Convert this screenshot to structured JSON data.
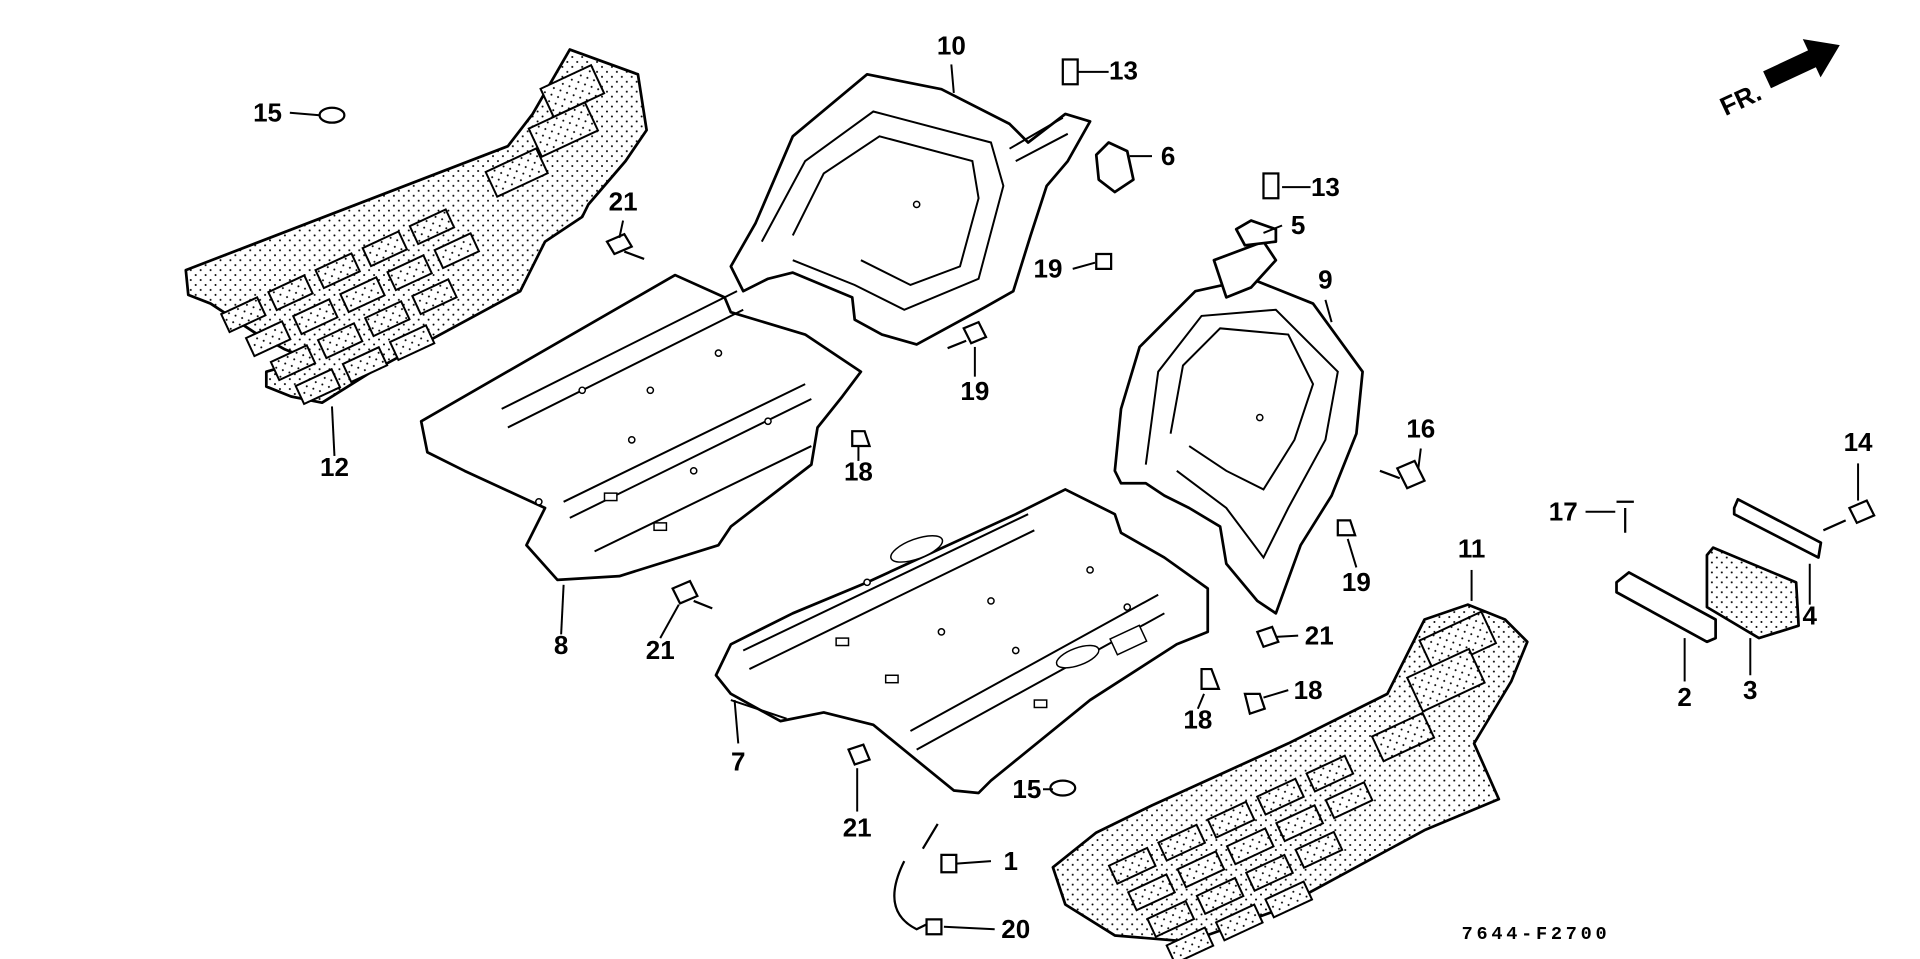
{
  "diagram": {
    "diagram_code": "7644-F2700",
    "direction_label": "FR.",
    "callouts": [
      "10",
      "13",
      "6",
      "13",
      "5",
      "19",
      "9",
      "15",
      "21",
      "12",
      "19",
      "16",
      "18",
      "14",
      "17",
      "11",
      "4",
      "19",
      "8",
      "21",
      "21",
      "2",
      "3",
      "18",
      "18",
      "7",
      "15",
      "21",
      "1",
      "20"
    ],
    "colors": {
      "line": "#000000",
      "background": "#ffffff"
    }
  }
}
